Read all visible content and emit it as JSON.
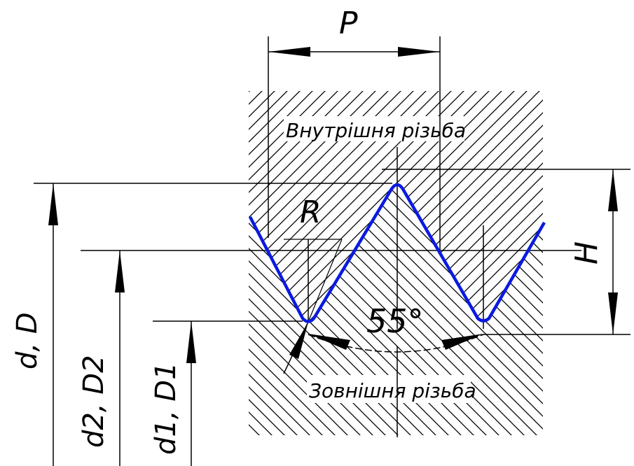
{
  "labels": {
    "pitch": "P",
    "height": "H",
    "radius": "R",
    "angle": "55°",
    "internal_thread": "Внутрішня різьба",
    "external_thread": "Зовнішня різьба",
    "major_diameter": "d, D",
    "pitch_diameter": "d2, D2",
    "minor_diameter": "d1, D1"
  },
  "colors": {
    "profile": "#0a1ae0",
    "lines": "#000000",
    "background": "#ffffff"
  }
}
